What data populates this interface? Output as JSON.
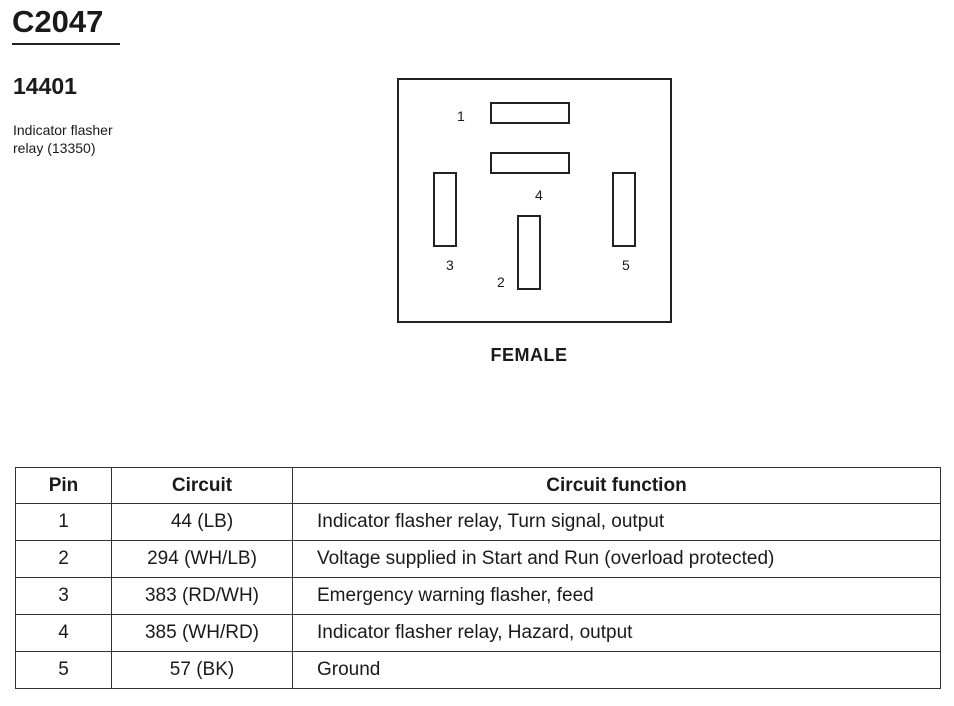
{
  "connector": {
    "id": "C2047",
    "part_number": "14401",
    "description_line1": "Indicator flasher",
    "description_line2": "relay (13350)"
  },
  "diagram": {
    "gender": "FEMALE",
    "pins": [
      {
        "number": "1"
      },
      {
        "number": "2"
      },
      {
        "number": "3"
      },
      {
        "number": "4"
      },
      {
        "number": "5"
      }
    ]
  },
  "table": {
    "headers": [
      "Pin",
      "Circuit",
      "Circuit function"
    ],
    "rows": [
      {
        "pin": "1",
        "circuit": "44 (LB)",
        "function": "Indicator flasher relay, Turn signal, output"
      },
      {
        "pin": "2",
        "circuit": "294 (WH/LB)",
        "function": "Voltage supplied in Start and Run (overload protected)"
      },
      {
        "pin": "3",
        "circuit": "383 (RD/WH)",
        "function": "Emergency warning flasher, feed"
      },
      {
        "pin": "4",
        "circuit": "385 (WH/RD)",
        "function": "Indicator flasher relay, Hazard, output"
      },
      {
        "pin": "5",
        "circuit": "57 (BK)",
        "function": "Ground"
      }
    ]
  }
}
